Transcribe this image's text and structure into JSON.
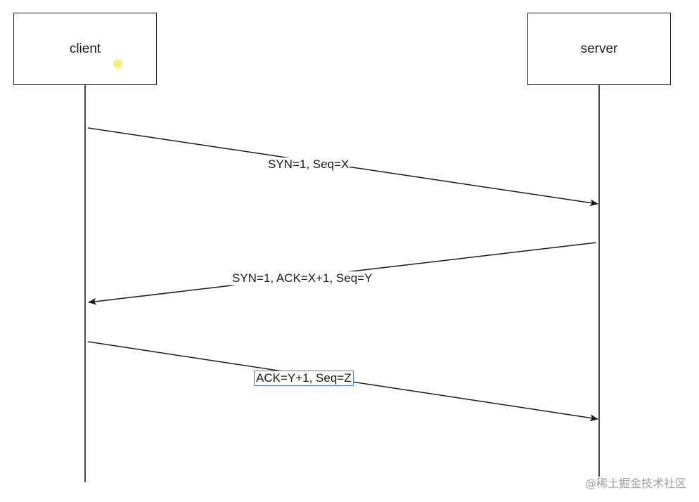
{
  "actors": {
    "client": "client",
    "server": "server"
  },
  "messages": [
    {
      "label": "SYN=1, Seq=X",
      "from": "client",
      "to": "server"
    },
    {
      "label": "SYN=1, ACK=X+1, Seq=Y",
      "from": "server",
      "to": "client"
    },
    {
      "label": "ACK=Y+1, Seq=Z",
      "from": "client",
      "to": "server"
    }
  ],
  "watermark": "@稀土掘金技术社区",
  "colors": {
    "line": "#1a1a1a",
    "selection_border": "#4a7fc1",
    "cursor_highlight": "#f7ef6a"
  }
}
